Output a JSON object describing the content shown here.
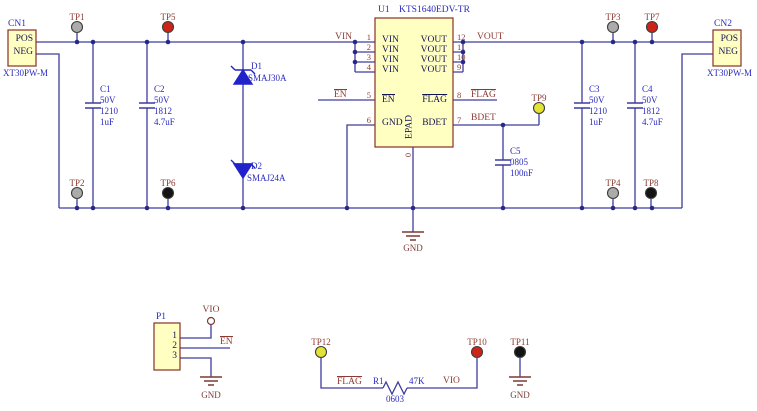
{
  "colors": {
    "wire": "#3D3D9E",
    "designator_blue": "#2A2ABF",
    "net_maroon": "#8D3B32",
    "pin_name_navy": "#141452",
    "symbol_fill": "#FFFFC2",
    "symbol_stroke": "#8B2E25",
    "diode_blue": "#2222CC",
    "gnd_maroon": "#7C3A35",
    "tp_gray": "#ABABAB",
    "tp_red": "#CE2418",
    "tp_black": "#141414",
    "tp_yellow": "#E3E335"
  },
  "ic": {
    "ref": "U1",
    "part": "KTS1640EDV-TR",
    "epad": "EPAD",
    "epad_pin": "0",
    "left_pins": [
      {
        "num": "1",
        "name": "VIN"
      },
      {
        "num": "2",
        "name": "VIN"
      },
      {
        "num": "3",
        "name": "VIN"
      },
      {
        "num": "4",
        "name": "VIN"
      },
      {
        "num": "5",
        "name": "EN"
      },
      {
        "num": "6",
        "name": "GND"
      }
    ],
    "right_pins": [
      {
        "num": "12",
        "name": "VOUT"
      },
      {
        "num": "11",
        "name": "VOUT"
      },
      {
        "num": "10",
        "name": "VOUT"
      },
      {
        "num": "9",
        "name": "VOUT"
      },
      {
        "num": "8",
        "name": "FLAG"
      },
      {
        "num": "7",
        "name": "BDET"
      }
    ]
  },
  "cn1": {
    "ref": "CN1",
    "pos": "POS",
    "neg": "NEG",
    "part": "XT30PW-M"
  },
  "cn2": {
    "ref": "CN2",
    "pos": "POS",
    "neg": "NEG",
    "part": "XT30PW-M"
  },
  "p1": {
    "ref": "P1",
    "pins": [
      "1",
      "2",
      "3"
    ]
  },
  "caps": {
    "c1": {
      "ref": "C1",
      "v": "50V",
      "pkg": "1210",
      "val": "1uF"
    },
    "c2": {
      "ref": "C2",
      "v": "50V",
      "pkg": "1812",
      "val": "4.7uF"
    },
    "c3": {
      "ref": "C3",
      "v": "50V",
      "pkg": "1210",
      "val": "1uF"
    },
    "c4": {
      "ref": "C4",
      "v": "50V",
      "pkg": "1812",
      "val": "4.7uF"
    },
    "c5": {
      "ref": "C5",
      "pkg": "0805",
      "val": "100nF"
    }
  },
  "diodes": {
    "d1": {
      "ref": "D1",
      "part": "SMAJ30A"
    },
    "d2": {
      "ref": "D2",
      "part": "SMAJ24A"
    }
  },
  "r1": {
    "ref": "R1",
    "val": "47K",
    "pkg": "0603"
  },
  "nets": {
    "vin": "VIN",
    "vout": "VOUT",
    "en": "EN",
    "flag": "FLAG",
    "bdet": "BDET",
    "vio": "VIO",
    "gnd": "GND"
  },
  "testpoints": {
    "tp1": {
      "label": "TP1",
      "color": "gray"
    },
    "tp2": {
      "label": "TP2",
      "color": "gray"
    },
    "tp3": {
      "label": "TP3",
      "color": "gray"
    },
    "tp4": {
      "label": "TP4",
      "color": "gray"
    },
    "tp5": {
      "label": "TP5",
      "color": "red"
    },
    "tp6": {
      "label": "TP6",
      "color": "black"
    },
    "tp7": {
      "label": "TP7",
      "color": "red"
    },
    "tp8": {
      "label": "TP8",
      "color": "black"
    },
    "tp9": {
      "label": "TP9",
      "color": "yellow"
    },
    "tp10": {
      "label": "TP10",
      "color": "red"
    },
    "tp11": {
      "label": "TP11",
      "color": "black"
    },
    "tp12": {
      "label": "TP12",
      "color": "yellow"
    }
  }
}
